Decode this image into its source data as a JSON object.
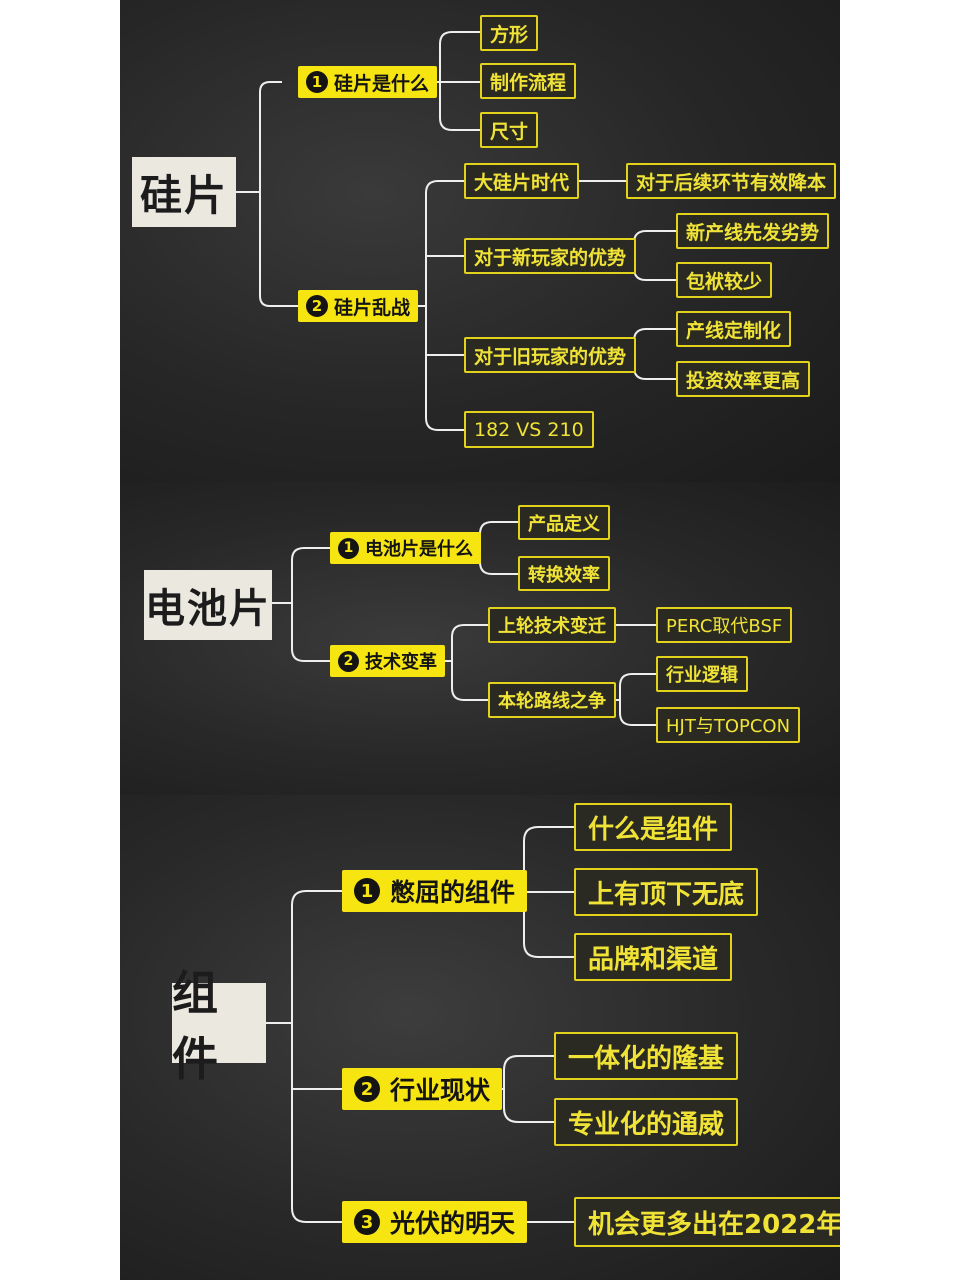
{
  "sections": [
    {
      "root": "硅片",
      "hubs": [
        {
          "num": "1",
          "label": "硅片是什么",
          "children": [
            "方形",
            "制作流程",
            "尺寸"
          ]
        },
        {
          "num": "2",
          "label": "硅片乱战",
          "children": [
            {
              "label": "大硅片时代",
              "children": [
                "对于后续环节有效降本"
              ]
            },
            {
              "label": "对于新玩家的优势",
              "children": [
                "新产线先发劣势",
                "包袱较少"
              ]
            },
            {
              "label": "对于旧玩家的优势",
              "children": [
                "产线定制化",
                "投资效率更高"
              ]
            },
            {
              "label": "182 VS 210"
            }
          ]
        }
      ]
    },
    {
      "root": "电池片",
      "hubs": [
        {
          "num": "1",
          "label": "电池片是什么",
          "children": [
            "产品定义",
            "转换效率"
          ]
        },
        {
          "num": "2",
          "label": "技术变革",
          "children": [
            {
              "label": "上轮技术变迁",
              "children": [
                "PERC取代BSF"
              ]
            },
            {
              "label": "本轮路线之争",
              "children": [
                "行业逻辑",
                "HJT与TOPCON"
              ]
            }
          ]
        }
      ]
    },
    {
      "root": "组件",
      "hubs": [
        {
          "num": "1",
          "label": "憋屈的组件",
          "children": [
            "什么是组件",
            "上有顶下无底",
            "品牌和渠道"
          ]
        },
        {
          "num": "2",
          "label": "行业现状",
          "children": [
            "一体化的隆基",
            "专业化的通威"
          ]
        },
        {
          "num": "3",
          "label": "光伏的明天",
          "children": [
            "机会更多出在2022年"
          ]
        }
      ]
    }
  ]
}
